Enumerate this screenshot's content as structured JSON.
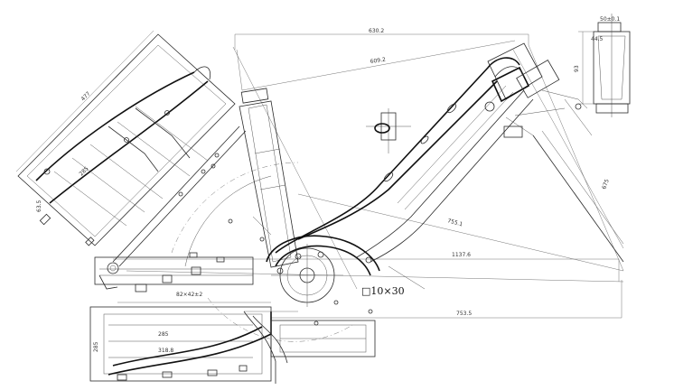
{
  "dimensions": {
    "top_length": "630.2",
    "top_inner": "609.2",
    "long_horizontal": "1137.6",
    "lower_horizontal": "753.5",
    "diagonal_right": "755.1",
    "rear_length": "477",
    "rear_inner": "285",
    "bottom_285": "285",
    "bottom_318": "318.8",
    "bb_square": "□10×30",
    "rack_spacing": "82×42±2",
    "left_6355": "63.5",
    "height_675": "675",
    "right_angle": "50±0.1",
    "right_44": "44.5",
    "right_93": "93"
  }
}
